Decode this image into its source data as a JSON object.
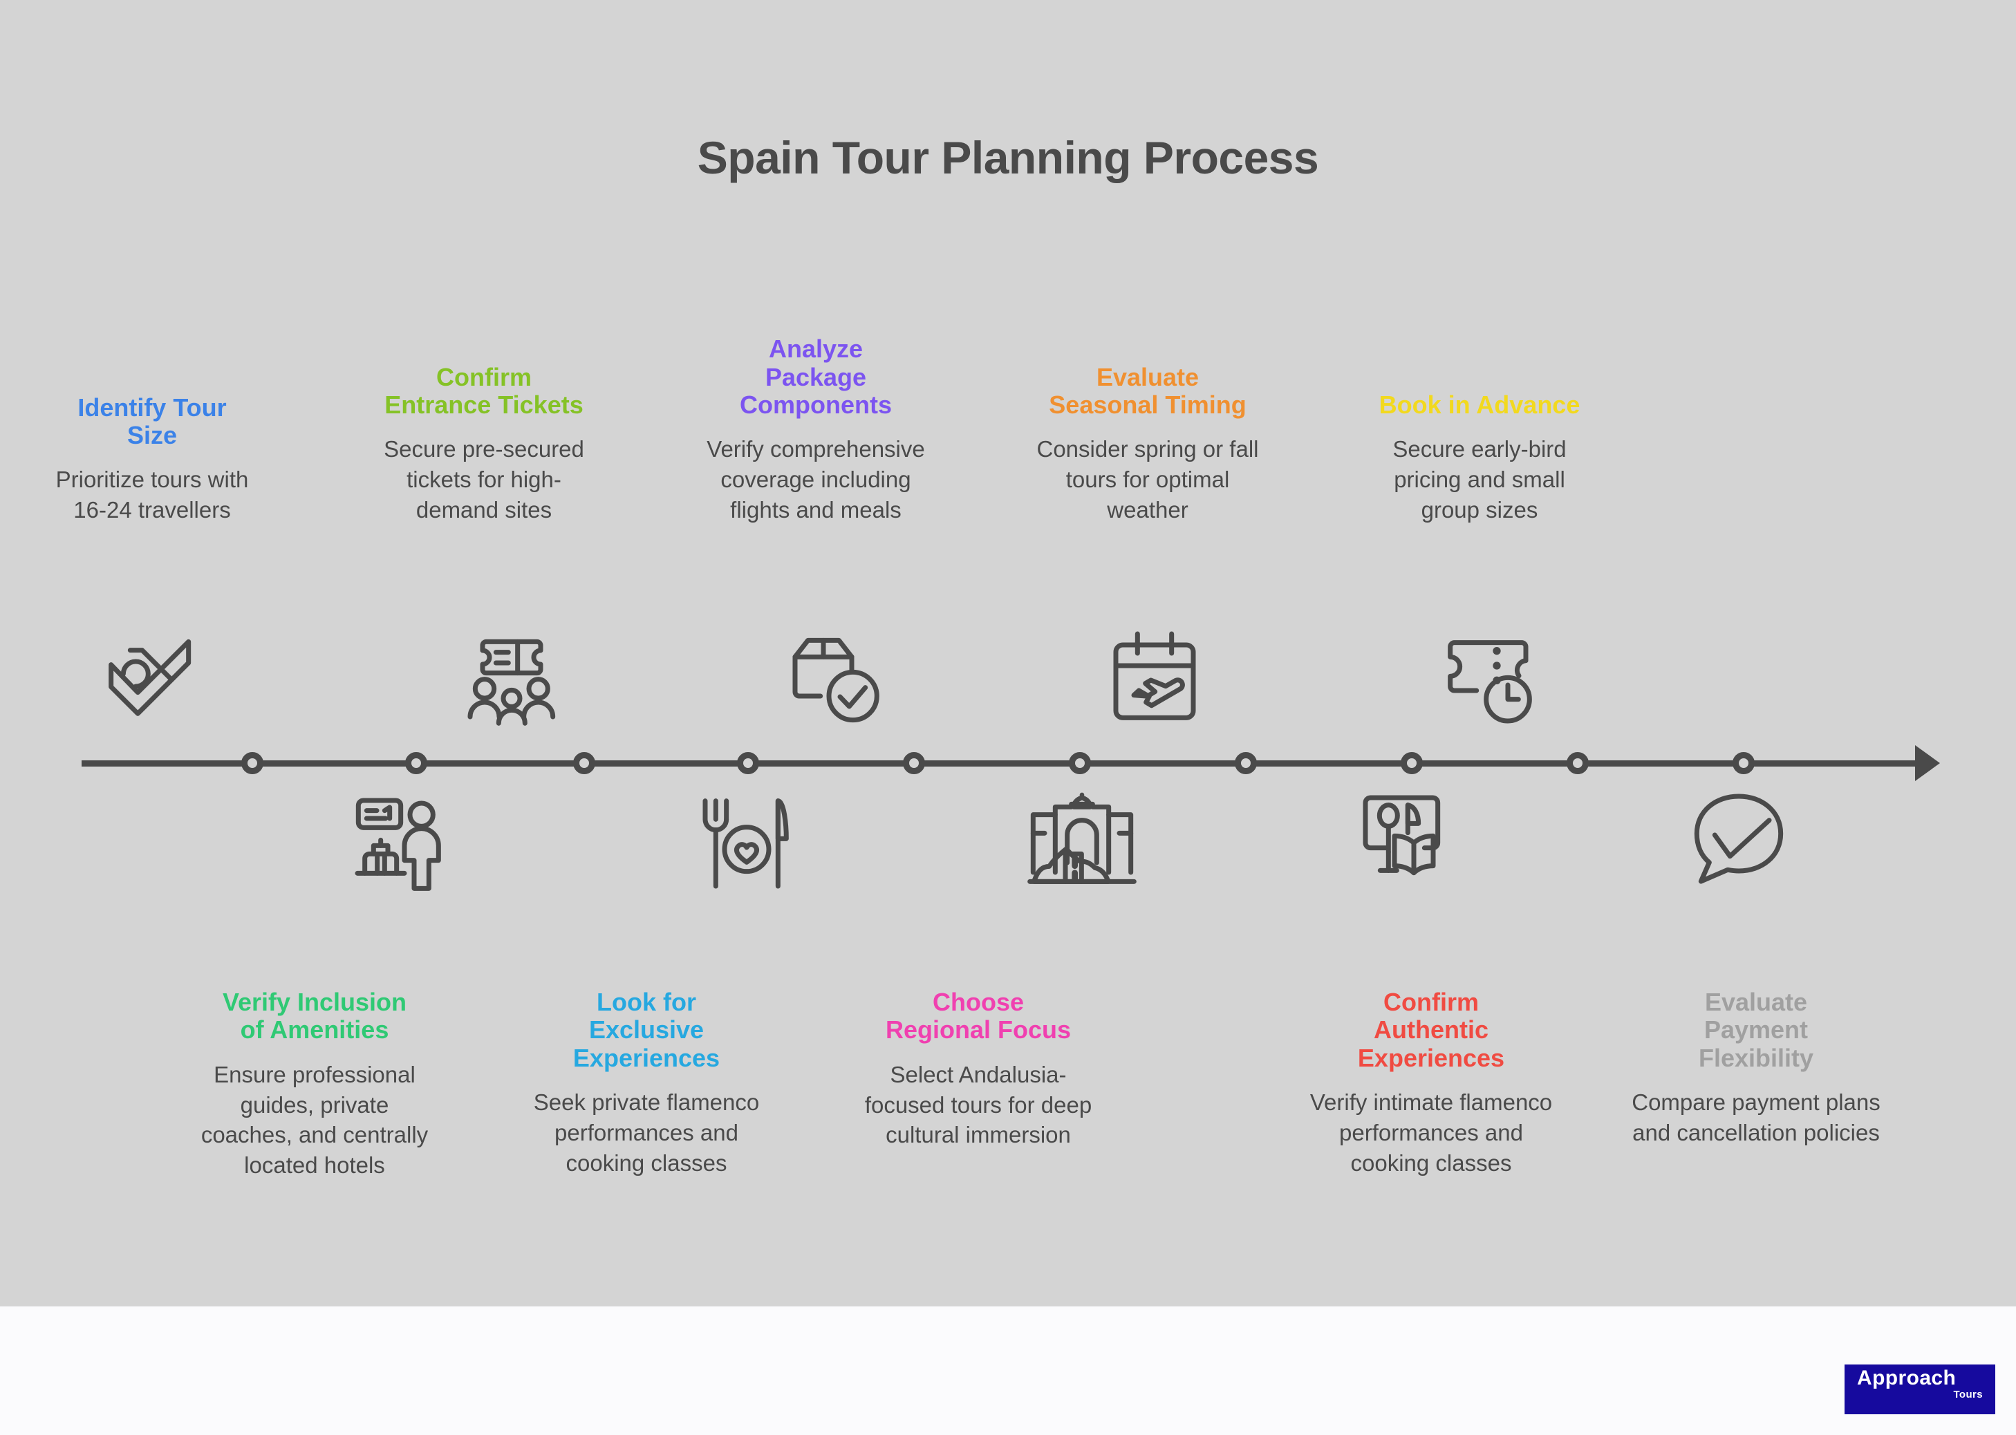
{
  "page": {
    "title": "Spain Tour Planning Process",
    "background": "#d4d4d4",
    "outer_background": "#fbfbfd",
    "line_color": "#4a4a4a",
    "body_text_color": "#4a4a4a"
  },
  "logo": {
    "brand": "Approach",
    "sub": "Tours",
    "background": "#160a9e",
    "text_color": "#ffffff"
  },
  "steps_top": [
    {
      "label": "Identify Tour Size",
      "label_line1": "Identify Tour",
      "label_line2": "Size",
      "description": "Prioritize tours with 16-24 travellers",
      "color": "#3b82e8",
      "icon": "double-check-icon"
    },
    {
      "label": "Confirm Entrance Tickets",
      "label_line1": "Confirm",
      "label_line2": "Entrance Tickets",
      "description": "Secure pre-secured tickets for high-demand sites",
      "color": "#85c226",
      "icon": "ticket-group-icon"
    },
    {
      "label": "Analyze Package Components",
      "label_line1": "Analyze",
      "label_line2": "Package",
      "label_line3": "Components",
      "description": "Verify comprehensive coverage including flights and meals",
      "color": "#7c54f0",
      "icon": "package-verified-icon"
    },
    {
      "label": "Evaluate Seasonal Timing",
      "label_line1": "Evaluate",
      "label_line2": "Seasonal Timing",
      "description": "Consider spring or fall tours for optimal weather",
      "color": "#f09030",
      "icon": "calendar-flight-icon"
    },
    {
      "label": "Book in Advance",
      "label_line1": "Book in Advance",
      "description": "Secure early-bird pricing and small group sizes",
      "color": "#f2d91e",
      "icon": "ticket-clock-icon"
    }
  ],
  "steps_bottom": [
    {
      "label": "Verify Inclusion of Amenities",
      "label_line1": "Verify Inclusion",
      "label_line2": "of Amenities",
      "description": "Ensure professional guides, private coaches, and centrally located hotels",
      "color": "#2fc974",
      "icon": "tour-guide-luggage-icon"
    },
    {
      "label": "Look for Exclusive Experiences",
      "label_line1": "Look for",
      "label_line2": "Exclusive",
      "label_line3": "Experiences",
      "description": "Seek private flamenco performances and cooking classes",
      "color": "#26a8e0",
      "icon": "dining-heart-icon"
    },
    {
      "label": "Choose Regional Focus",
      "label_line1": "Choose",
      "label_line2": "Regional Focus",
      "description": "Select Andalusia-focused tours for deep cultural immersion",
      "color": "#f040b0",
      "icon": "monument-icon"
    },
    {
      "label": "Confirm Authentic Experiences",
      "label_line1": "Confirm",
      "label_line2": "Authentic",
      "label_line3": "Experiences",
      "description": "Verify intimate flamenco performances and cooking classes",
      "color": "#f04b42",
      "icon": "cooking-class-book-icon"
    },
    {
      "label": "Evaluate Payment Flexibility",
      "label_line1": "Evaluate",
      "label_line2": "Payment",
      "label_line3": "Flexibility",
      "description": "Compare payment plans and cancellation policies",
      "color": "#a0a0a0",
      "icon": "chat-check-icon"
    }
  ]
}
